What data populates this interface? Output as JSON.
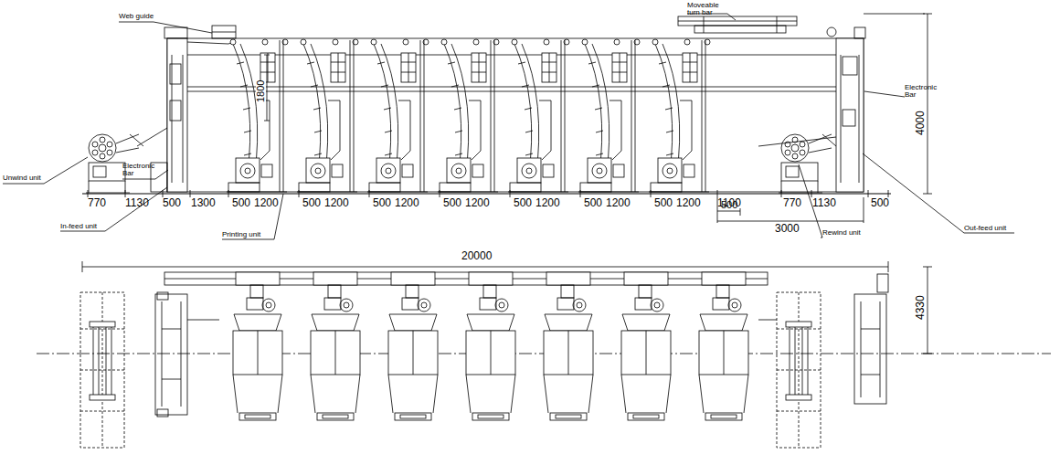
{
  "diagram": {
    "labels": [
      "Web guide",
      "Moveable turn bar",
      "1800",
      "4000",
      "Electronic Bar",
      "Electronic Bar",
      "Unwind unit",
      "770",
      "1130",
      "500",
      "1300",
      "500",
      "1200",
      "500",
      "1200",
      "500",
      "1200",
      "500",
      "1200",
      "500",
      "1200",
      "500",
      "1200",
      "500",
      "1200",
      "1100",
      "770",
      "1130",
      "500",
      "In-feed unit",
      "Printing unit",
      "Rewind unit",
      "Out-feed unit",
      "500",
      "3000",
      "20000",
      "4330"
    ]
  }
}
